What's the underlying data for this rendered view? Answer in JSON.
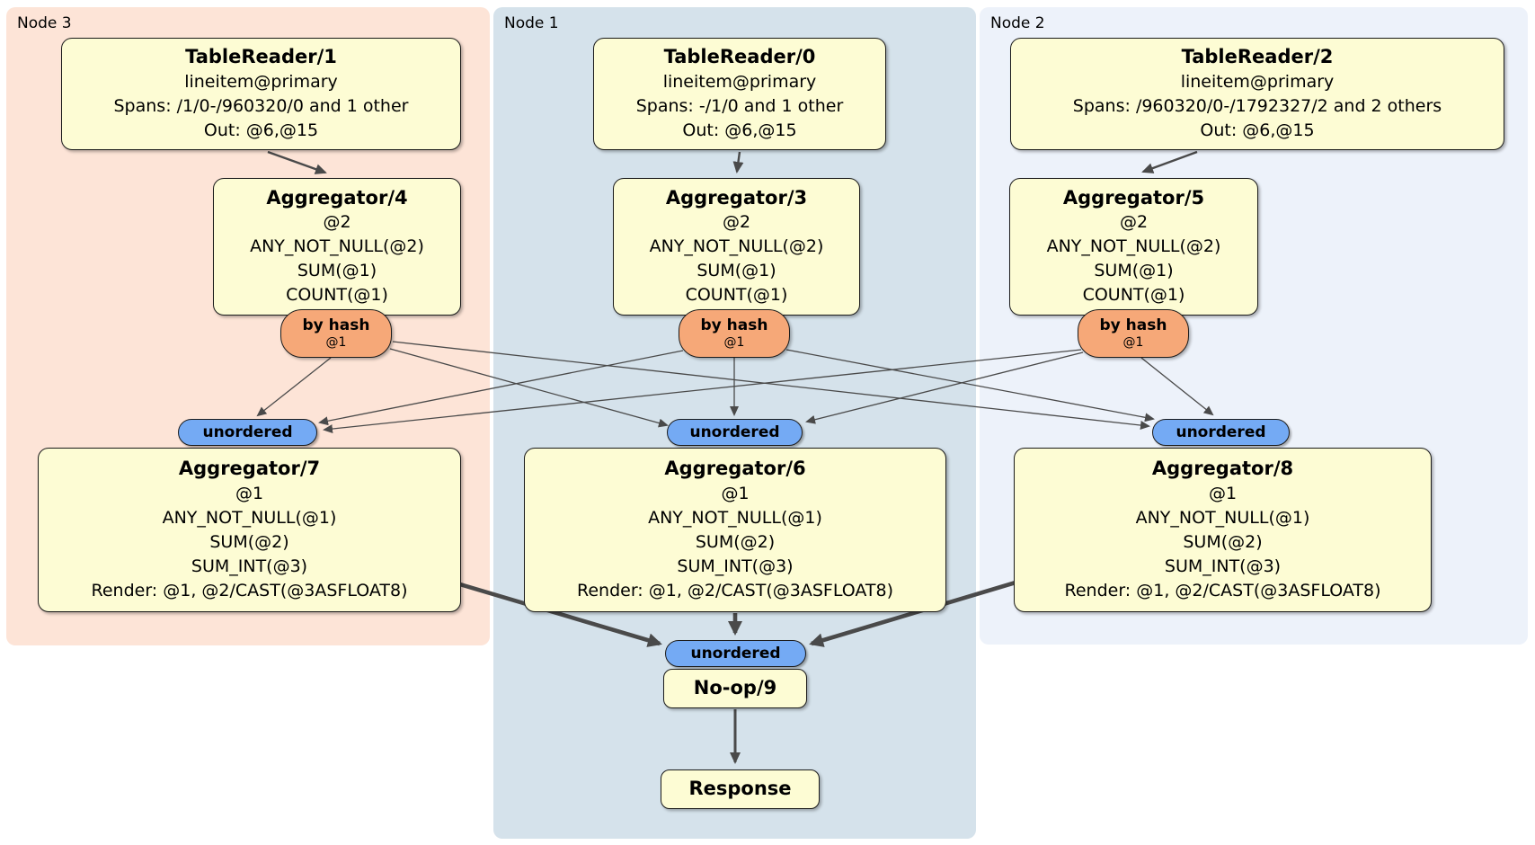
{
  "colors": {
    "panel-node3": "#fde4d7",
    "panel-node1": "#d5e2eb",
    "panel-node2": "#edf2fa",
    "box-fill": "#fdfcd4",
    "box-border": "#1c1c1c",
    "router-fill": "#f6a878",
    "sync-fill": "#74aaf4",
    "edge-color": "#4a4a4a"
  },
  "panels": {
    "node3": {
      "label": "Node 3"
    },
    "node1": {
      "label": "Node 1"
    },
    "node2": {
      "label": "Node 2"
    }
  },
  "routers": {
    "by_hash_label": "by hash",
    "by_hash_param": "@1",
    "unordered_label": "unordered"
  },
  "processors": {
    "tablereader1": {
      "title": "TableReader/1",
      "rows": [
        "lineitem@primary",
        "Spans: /1/0-/960320/0 and 1 other",
        "Out: @6,@15"
      ]
    },
    "tablereader0": {
      "title": "TableReader/0",
      "rows": [
        "lineitem@primary",
        "Spans: -/1/0 and 1 other",
        "Out: @6,@15"
      ]
    },
    "tablereader2": {
      "title": "TableReader/2",
      "rows": [
        "lineitem@primary",
        "Spans: /960320/0-/1792327/2 and 2 others",
        "Out: @6,@15"
      ]
    },
    "aggregator4": {
      "title": "Aggregator/4",
      "rows": [
        "@2",
        "ANY_NOT_NULL(@2)",
        "SUM(@1)",
        "COUNT(@1)"
      ]
    },
    "aggregator3": {
      "title": "Aggregator/3",
      "rows": [
        "@2",
        "ANY_NOT_NULL(@2)",
        "SUM(@1)",
        "COUNT(@1)"
      ]
    },
    "aggregator5": {
      "title": "Aggregator/5",
      "rows": [
        "@2",
        "ANY_NOT_NULL(@2)",
        "SUM(@1)",
        "COUNT(@1)"
      ]
    },
    "aggregator7": {
      "title": "Aggregator/7",
      "rows": [
        "@1",
        "ANY_NOT_NULL(@1)",
        "SUM(@2)",
        "SUM_INT(@3)",
        "Render: @1, @2/CAST(@3ASFLOAT8)"
      ]
    },
    "aggregator6": {
      "title": "Aggregator/6",
      "rows": [
        "@1",
        "ANY_NOT_NULL(@1)",
        "SUM(@2)",
        "SUM_INT(@3)",
        "Render: @1, @2/CAST(@3ASFLOAT8)"
      ]
    },
    "aggregator8": {
      "title": "Aggregator/8",
      "rows": [
        "@1",
        "ANY_NOT_NULL(@1)",
        "SUM(@2)",
        "SUM_INT(@3)",
        "Render: @1, @2/CAST(@3ASFLOAT8)"
      ]
    },
    "noop9": {
      "title": "No-op/9"
    },
    "response": {
      "title": "Response"
    }
  }
}
